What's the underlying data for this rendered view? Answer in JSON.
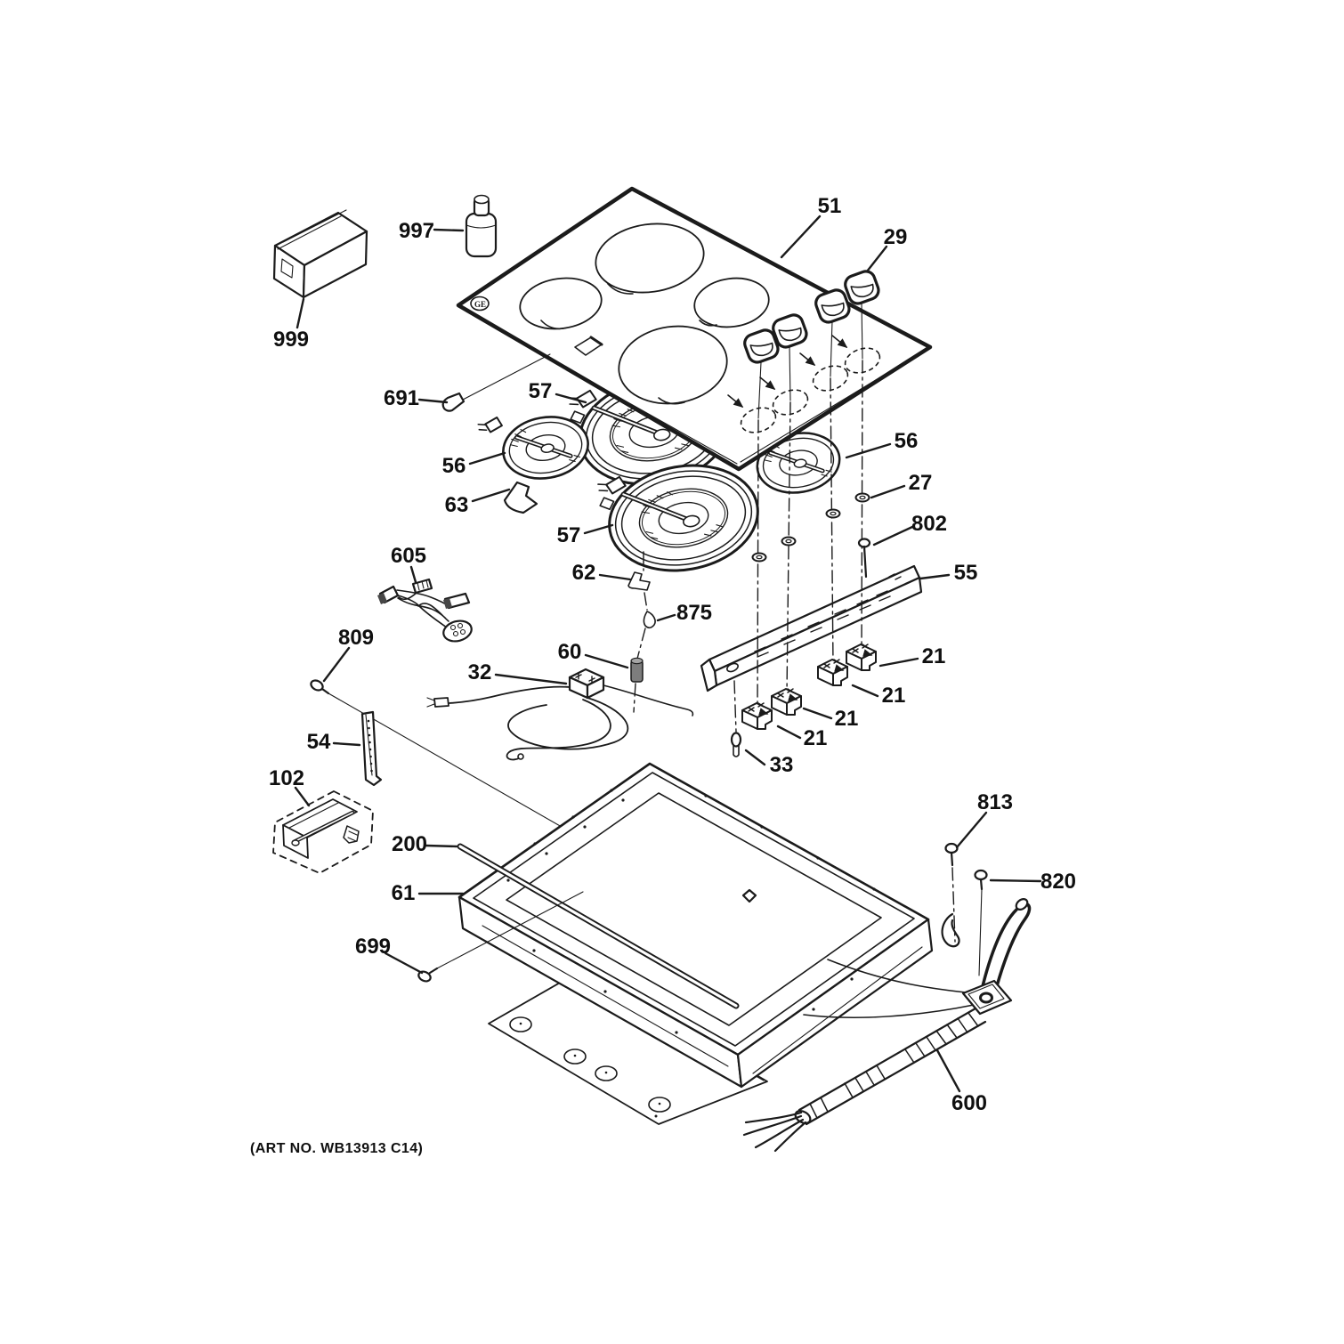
{
  "figure": {
    "art_no": "(ART NO. WB13913 C14)"
  },
  "callouts": [
    {
      "id": "999",
      "text": "999"
    },
    {
      "id": "997",
      "text": "997"
    },
    {
      "id": "691",
      "text": "691"
    },
    {
      "id": "51",
      "text": "51"
    },
    {
      "id": "29",
      "text": "29"
    },
    {
      "id": "57-upper",
      "text": "57"
    },
    {
      "id": "56-left",
      "text": "56"
    },
    {
      "id": "63",
      "text": "63"
    },
    {
      "id": "57-lower",
      "text": "57"
    },
    {
      "id": "56-right",
      "text": "56"
    },
    {
      "id": "27",
      "text": "27"
    },
    {
      "id": "802",
      "text": "802"
    },
    {
      "id": "55",
      "text": "55"
    },
    {
      "id": "605",
      "text": "605"
    },
    {
      "id": "62",
      "text": "62"
    },
    {
      "id": "875",
      "text": "875"
    },
    {
      "id": "60",
      "text": "60"
    },
    {
      "id": "32",
      "text": "32"
    },
    {
      "id": "809",
      "text": "809"
    },
    {
      "id": "54",
      "text": "54"
    },
    {
      "id": "21-1",
      "text": "21"
    },
    {
      "id": "21-2",
      "text": "21"
    },
    {
      "id": "21-3",
      "text": "21"
    },
    {
      "id": "21-4",
      "text": "21"
    },
    {
      "id": "33",
      "text": "33"
    },
    {
      "id": "102",
      "text": "102"
    },
    {
      "id": "200",
      "text": "200"
    },
    {
      "id": "61",
      "text": "61"
    },
    {
      "id": "699",
      "text": "699"
    },
    {
      "id": "813",
      "text": "813"
    },
    {
      "id": "820",
      "text": "820"
    },
    {
      "id": "600",
      "text": "600"
    }
  ]
}
